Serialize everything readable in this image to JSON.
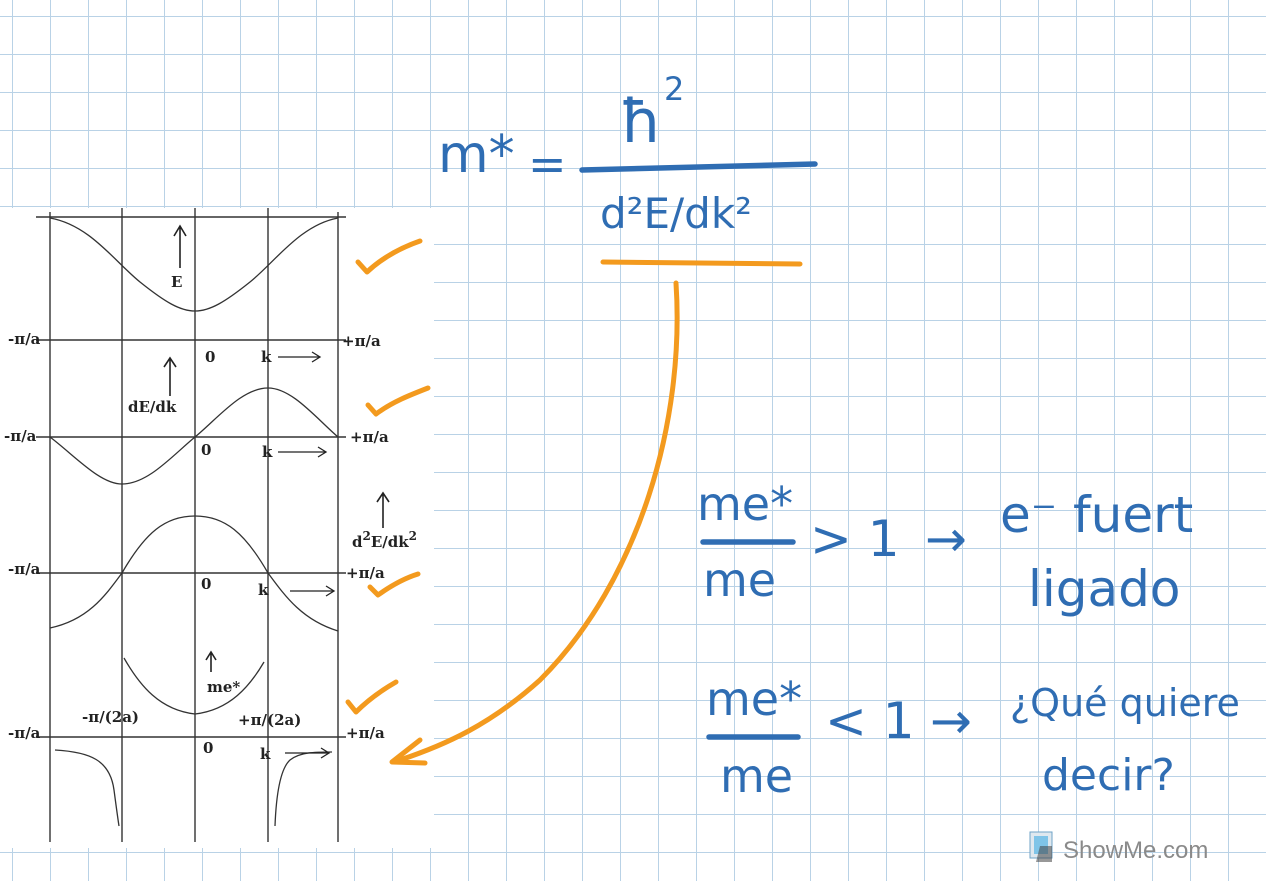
{
  "figure": {
    "panels": [
      {
        "id": "energy",
        "y_label": "E",
        "left_bound": "-π/a",
        "right_bound": "+π/a",
        "origin": "0",
        "k_label": "k"
      },
      {
        "id": "velocity",
        "y_label": "dE/dk",
        "left_bound": "-π/a",
        "right_bound": "+π/a",
        "origin": "0",
        "k_label": "k"
      },
      {
        "id": "curvature",
        "y_label_base": "d",
        "y_label_sup1": "2",
        "y_label_mid": "E/dk",
        "y_label_sup2": "2",
        "left_bound": "-π/a",
        "right_bound": "+π/a",
        "origin": "0",
        "k_label": "k"
      },
      {
        "id": "mass",
        "y_label": "me*",
        "left_bound": "-π/a",
        "right_bound": "+π/a",
        "origin": "0",
        "k_label": "k",
        "left_singularity": "-π/(2a)",
        "right_singularity": "+π/(2a)"
      }
    ]
  },
  "notes": {
    "formula": {
      "lhs": "m*",
      "equals": "=",
      "numerator": "ħ",
      "numerator_exp": "2",
      "denominator": "d²E/dk²"
    },
    "case_heavy": {
      "num": "me*",
      "den": "me",
      "relation": "> 1",
      "arrow": "→",
      "result_line1": "e⁻ fuert",
      "result_line2": "ligado"
    },
    "case_light": {
      "num": "me*",
      "den": "me",
      "relation": "< 1",
      "arrow": "→",
      "result_line1": "¿Qué quiere",
      "result_line2": "decir?"
    }
  },
  "brand": {
    "name": "ShowMe.com"
  },
  "colors": {
    "ink_blue": "#2f6db3",
    "ink_orange": "#f39a1e",
    "grid": "#b9d2e6"
  }
}
